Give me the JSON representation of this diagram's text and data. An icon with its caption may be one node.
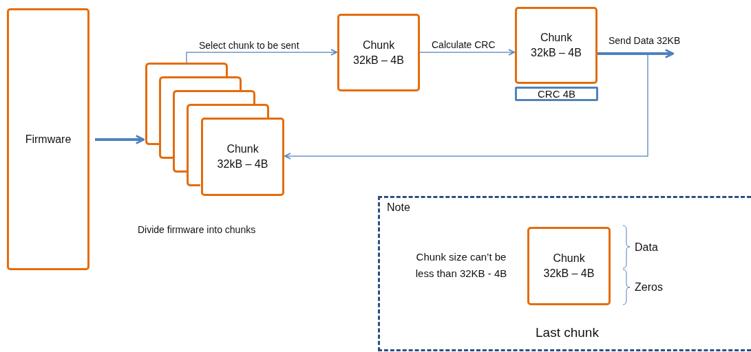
{
  "diagram": {
    "nodes": [
      {
        "text": [
          "Firmware"
        ]
      },
      {
        "text": [],
        "shape": "box"
      },
      {
        "text": [],
        "shape": "box"
      },
      {
        "text": [],
        "shape": "box"
      },
      {
        "text": [],
        "shape": "box"
      },
      {
        "text": [
          "Chunk 32kB – 4B"
        ]
      },
      {
        "text": [
          "Chunk 32kB – 4B"
        ]
      },
      {
        "text": [
          "Chunk 32kB – 4B"
        ]
      },
      {
        "text": [
          "CRC 4B"
        ]
      },
      {
        "text": [
          "Note"
        ]
      },
      {
        "text": [
          "Chunk 32kB – 4B"
        ],
        "in": 9
      }
    ],
    "edges": [
      {
        "from": 0,
        "to": 1,
        "arrow": "to",
        "style": "thick"
      },
      {
        "from": 1,
        "to": 6,
        "arrow": "to",
        "label": "Select chunk to be sent"
      },
      {
        "from": 6,
        "to": 7,
        "arrow": "to",
        "label": "Calculate CRC"
      },
      {
        "from": 7,
        "to": null,
        "arrow": "to",
        "style": "thick",
        "label": "Send Data 32KB"
      },
      {
        "from": 7,
        "to": 5,
        "arrow": "to"
      }
    ],
    "labels": [
      "Divide firmware into chunks",
      "Chunk size can’t be less than 32KB - 4B",
      "Data",
      "Zeros",
      "Last chunk"
    ]
  }
}
